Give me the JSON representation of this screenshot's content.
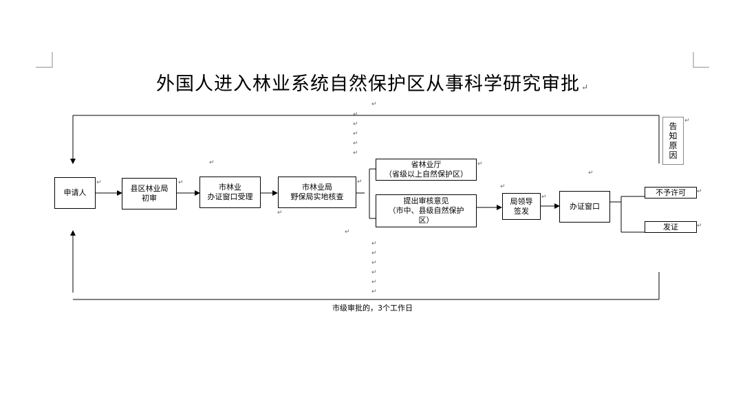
{
  "title": "外国人进入林业系统自然保护区从事科学研究审批",
  "paragraph_mark": "↵",
  "nodes": {
    "applicant": [
      "申请人"
    ],
    "county_bureau": [
      "县区林业局",
      "初审"
    ],
    "city_window": [
      "市林业",
      "办证窗口受理"
    ],
    "city_field_check": [
      "市林业局",
      "野保局实地核查"
    ],
    "province_dept": [
      "省林业厅",
      "（省级以上自然保护区）"
    ],
    "opinion": [
      "提出审核意见",
      "（市中、县级自然保护",
      "区）"
    ],
    "leader_sign": [
      "局领导",
      "签发"
    ],
    "issue_window": [
      "办证窗口"
    ],
    "not_permitted": [
      "不予许可"
    ],
    "issue_cert": [
      "发证"
    ],
    "notify_reason": [
      "告",
      "知",
      "原",
      "因"
    ]
  },
  "bottom_note": "市级审批的，3个工作日"
}
